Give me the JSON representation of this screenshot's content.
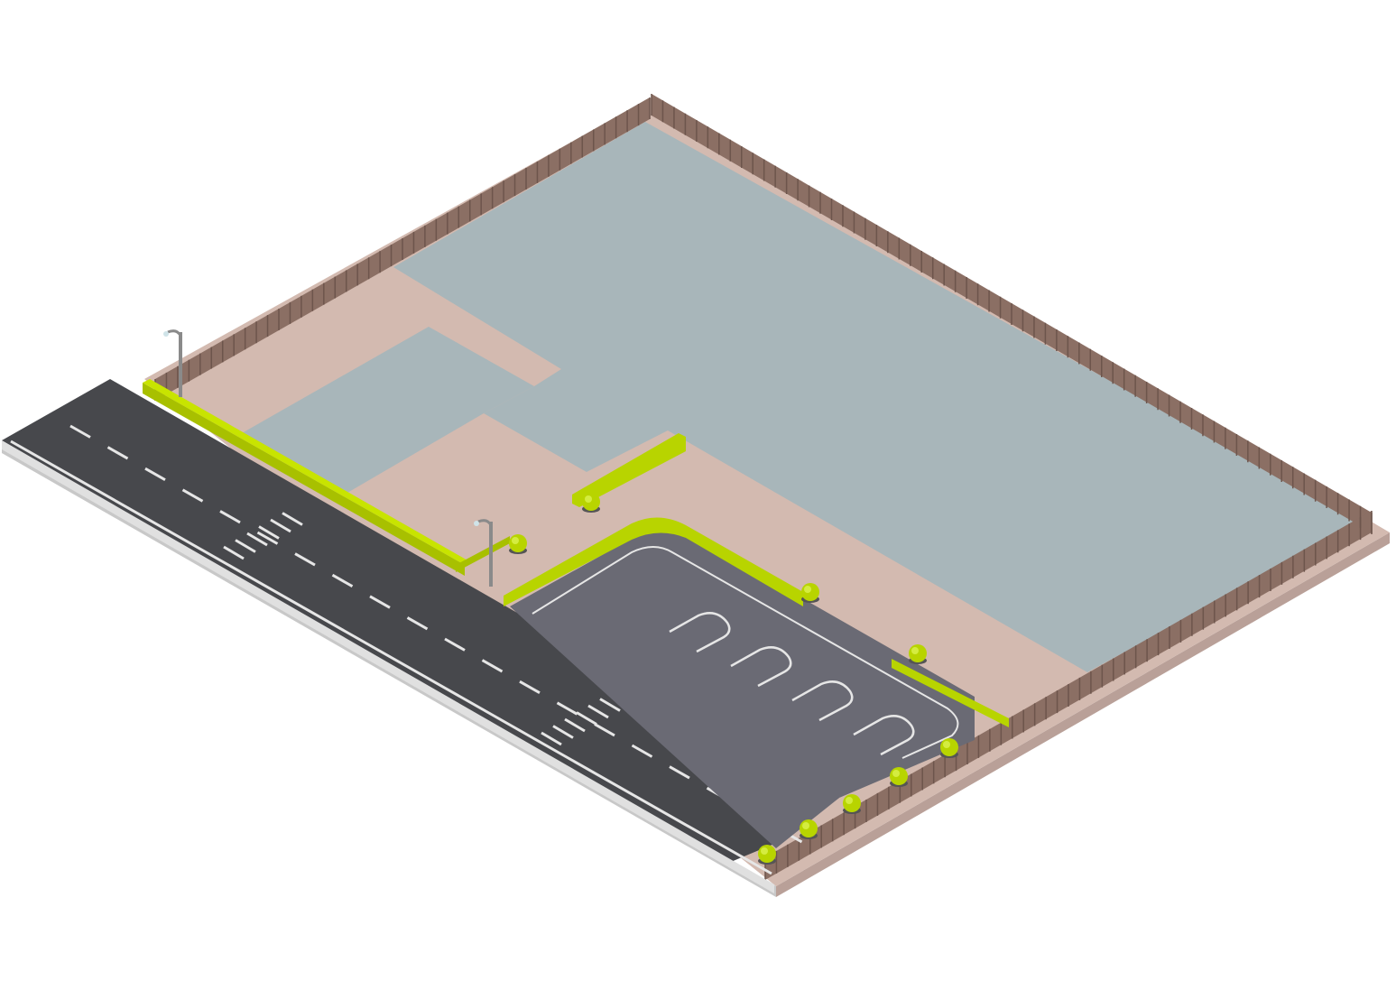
{
  "scene": {
    "description_kind": "isometric-site-plan",
    "colors": {
      "background": "#ffffff",
      "ground": "#d3bab0",
      "building_pad": "#a8b6ba",
      "road": "#47484c",
      "parking_lot": "#6a6a74",
      "fence": "#8b6f64",
      "hedge": "#b8d400",
      "markings": "#e6e6e6",
      "lamp": "#8a8a8a"
    },
    "elements": {
      "parking_spaces": 4,
      "crosswalks": 2,
      "street_lamps": 2,
      "shrubs": 9
    }
  }
}
